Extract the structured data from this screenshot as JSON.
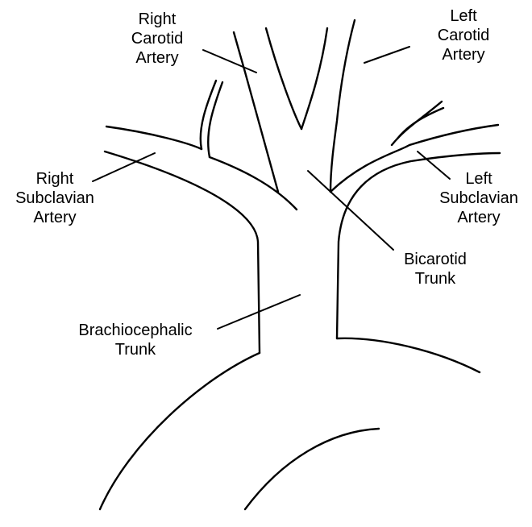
{
  "labels": {
    "right_carotid": {
      "line1": "Right",
      "line2": "Carotid",
      "line3": "Artery"
    },
    "left_carotid": {
      "line1": "Left",
      "line2": "Carotid",
      "line3": "Artery"
    },
    "right_subclavian": {
      "line1": "Right",
      "line2": "Subclavian",
      "line3": "Artery"
    },
    "left_subclavian": {
      "line1": "Left",
      "line2": "Subclavian",
      "line3": "Artery"
    },
    "bicarotid": {
      "line1": "Bicarotid",
      "line2": "Trunk"
    },
    "brachiocephalic": {
      "line1": "Brachiocephalic",
      "line2": "Trunk"
    }
  },
  "colors": {
    "stroke": "#000000",
    "background": "#ffffff"
  }
}
